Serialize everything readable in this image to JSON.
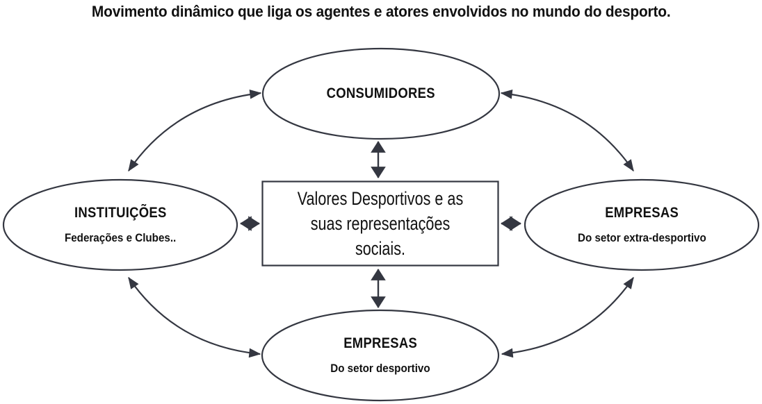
{
  "title": "Movimento dinâmico que liga os agentes e atores envolvidos no mundo do desporto.",
  "center_box": {
    "text": "Valores Desportivos e as suas representações sociais."
  },
  "nodes": {
    "top": {
      "label": "CONSUMIDORES",
      "sublabel": ""
    },
    "left": {
      "label": "INSTITUIÇÕES",
      "sublabel": "Federações e Clubes.."
    },
    "right": {
      "label": "EMPRESAS",
      "sublabel": "Do setor extra-desportivo"
    },
    "bottom": {
      "label": "EMPRESAS",
      "sublabel": "Do setor desportivo"
    }
  },
  "connections": [
    {
      "from": "center",
      "to": "top",
      "style": "straight",
      "bidirectional": true
    },
    {
      "from": "center",
      "to": "bottom",
      "style": "straight",
      "bidirectional": true
    },
    {
      "from": "center",
      "to": "left",
      "style": "straight",
      "bidirectional": true
    },
    {
      "from": "center",
      "to": "right",
      "style": "straight",
      "bidirectional": true
    },
    {
      "from": "left",
      "to": "top",
      "style": "curved",
      "bidirectional": true
    },
    {
      "from": "top",
      "to": "right",
      "style": "curved",
      "bidirectional": true
    },
    {
      "from": "left",
      "to": "bottom",
      "style": "curved",
      "bidirectional": true
    },
    {
      "from": "bottom",
      "to": "right",
      "style": "curved",
      "bidirectional": true
    }
  ],
  "colors": {
    "stroke": "#343741",
    "text": "#111111",
    "background": "#ffffff"
  }
}
